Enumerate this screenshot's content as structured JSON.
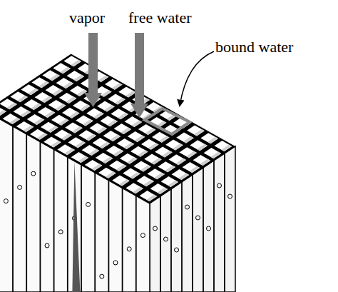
{
  "diagram": {
    "labels": [
      "vapor",
      "free water",
      "bound water"
    ]
  }
}
